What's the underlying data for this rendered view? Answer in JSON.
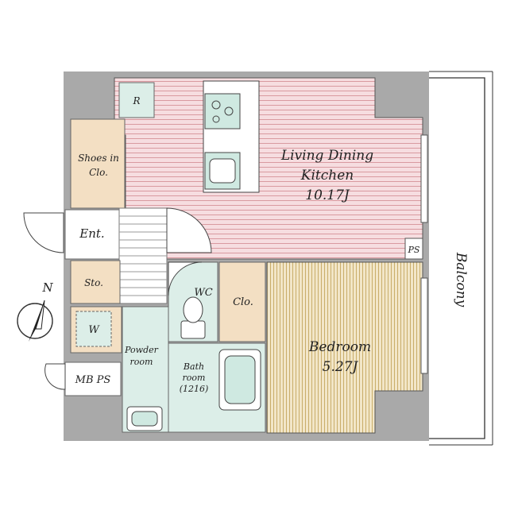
{
  "rooms": {
    "ldk_line1": "Living Dining",
    "ldk_line2": "Kitchen",
    "ldk_size": "10.17J",
    "bedroom": "Bedroom",
    "bedroom_size": "5.27J",
    "shoes_line1": "Shoes in",
    "shoes_line2": "Clo.",
    "entrance": "Ent.",
    "storage": "Sto.",
    "wc": "WC",
    "closet": "Clo.",
    "washer": "W",
    "powder_line1": "Powder",
    "powder_line2": "room",
    "bath_line1": "Bath",
    "bath_line2": "room",
    "bath_line3": "(1216)",
    "mbps": "MB PS",
    "ps": "PS",
    "refrigerator": "R",
    "balcony": "Balcony"
  },
  "compass": {
    "north": "N"
  },
  "colors": {
    "wall": "#a9a9a9",
    "ldk_floor": "#f6dde0",
    "ldk_stripe": "#d99aa0",
    "bedroom_floor": "#f2e6c8",
    "bedroom_stripe": "#c9ad6a",
    "storage_floor": "#f3dfc3",
    "wet_area": "#dceee8",
    "fixture": "#cfe9e1"
  }
}
